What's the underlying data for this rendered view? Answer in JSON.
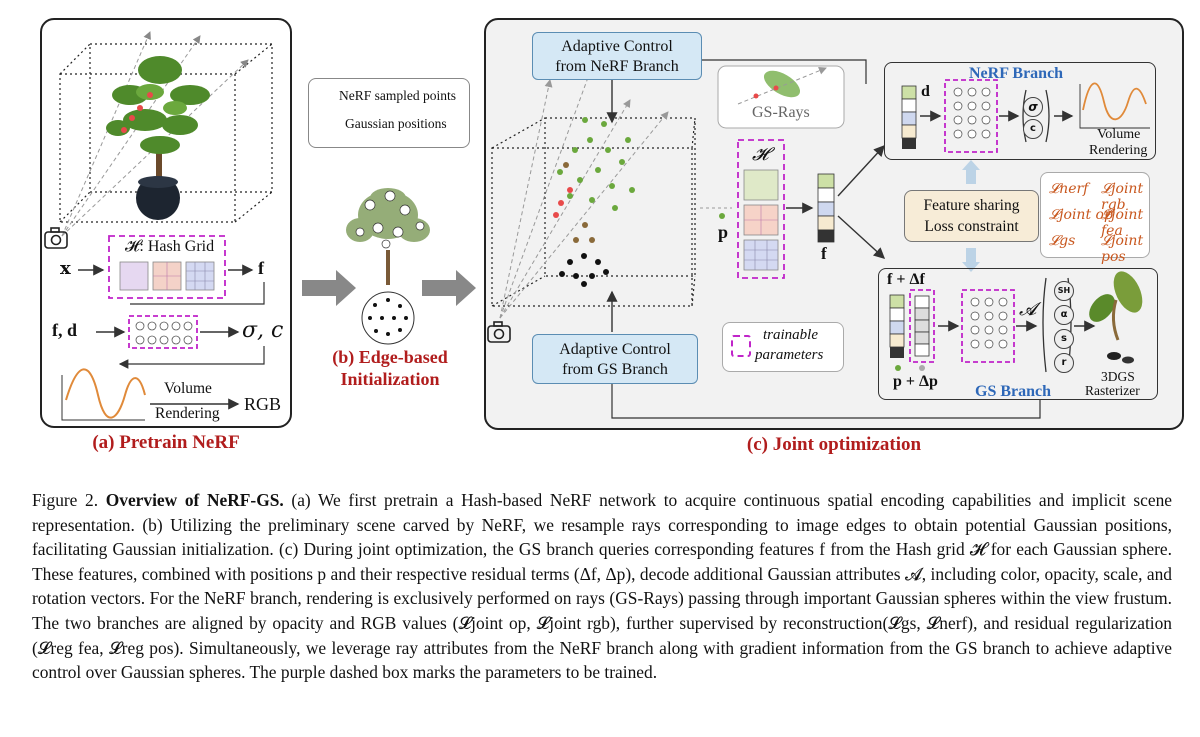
{
  "panel_a": {
    "hash_grid_label": "𝓗: Hash Grid",
    "x_label": "x",
    "f_label": "f",
    "fd_label": "f, d",
    "sigma_c_label": "σ, c",
    "volume_label": "Volume",
    "rendering_label": "Rendering",
    "rgb_label": "RGB",
    "caption": "(a) Pretrain NeRF"
  },
  "legend": {
    "nerf_points": "NeRF sampled points",
    "gaussian_positions": "Gaussian positions"
  },
  "panel_b": {
    "caption_line1": "(b) Edge-based",
    "caption_line2": "Initialization"
  },
  "panel_c": {
    "adaptive_nerf_line1": "Adaptive Control",
    "adaptive_nerf_line2": "from NeRF Branch",
    "adaptive_gs_line1": "Adaptive Control",
    "adaptive_gs_line2": "from GS Branch",
    "gs_rays_label": "GS-Rays",
    "hash_symbol": "𝓗",
    "p_label": "p",
    "f_label": "f",
    "trainable_line1": "trainable",
    "trainable_line2": "parameters",
    "nerf_branch_title": "NeRF Branch",
    "d_label": "d",
    "sigma_label": "σ",
    "c_label": "c",
    "volume_rendering_line1": "Volume",
    "volume_rendering_line2": "Rendering",
    "feature_sharing_line1": "Feature sharing",
    "feature_sharing_line2": "Loss constraint",
    "losses": [
      "𝓛nerf",
      "𝓛joint rgb",
      "𝓛joint op",
      "𝓛joint fea",
      "𝓛gs",
      "𝓛joint pos"
    ],
    "f_delta_label": "f + Δf",
    "p_delta_label": "p + Δp",
    "attr_symbol": "𝓐",
    "attrs": [
      "SH",
      "α",
      "s",
      "r"
    ],
    "gs_branch_title": "GS Branch",
    "rasterizer_line1": "3DGS",
    "rasterizer_line2": "Rasterizer",
    "caption": "(c) Joint optimization"
  },
  "figure_caption": {
    "label": "Figure 2.",
    "title": "Overview of NeRF-GS.",
    "body": " (a) We first pretrain a Hash-based NeRF network to acquire continuous spatial encoding capabilities and implicit scene representation. (b) Utilizing the preliminary scene carved by NeRF, we resample rays corresponding to image edges to obtain potential Gaussian positions, facilitating Gaussian initialization. (c) During joint optimization, the GS branch queries corresponding features f from the Hash grid 𝓗 for each Gaussian sphere. These features, combined with positions p and their respective residual terms (Δf, Δp), decode additional Gaussian attributes 𝓐, including color, opacity, scale, and rotation vectors. For the NeRF branch, rendering is exclusively performed on rays (GS-Rays) passing through important Gaussian spheres within the view frustum. The two branches are aligned by opacity and RGB values (𝓛joint op, 𝓛joint rgb), further supervised by reconstruction(𝓛gs, 𝓛nerf), and residual regularization (𝓛reg fea, 𝓛reg pos). Simultaneously, we leverage ray attributes from the NeRF branch along with gradient information from the GS branch to achieve adaptive control over Gaussian spheres. The purple dashed box marks the parameters to be trained."
  },
  "colors": {
    "caption_red": "#b11d1d",
    "branch_blue": "#2e68b8",
    "trainable_purple": "#c024c9",
    "loss_orange": "#c8571e",
    "adaptive_box_fill": "#d5e8f5",
    "feature_box_fill": "#f7ecd7"
  }
}
